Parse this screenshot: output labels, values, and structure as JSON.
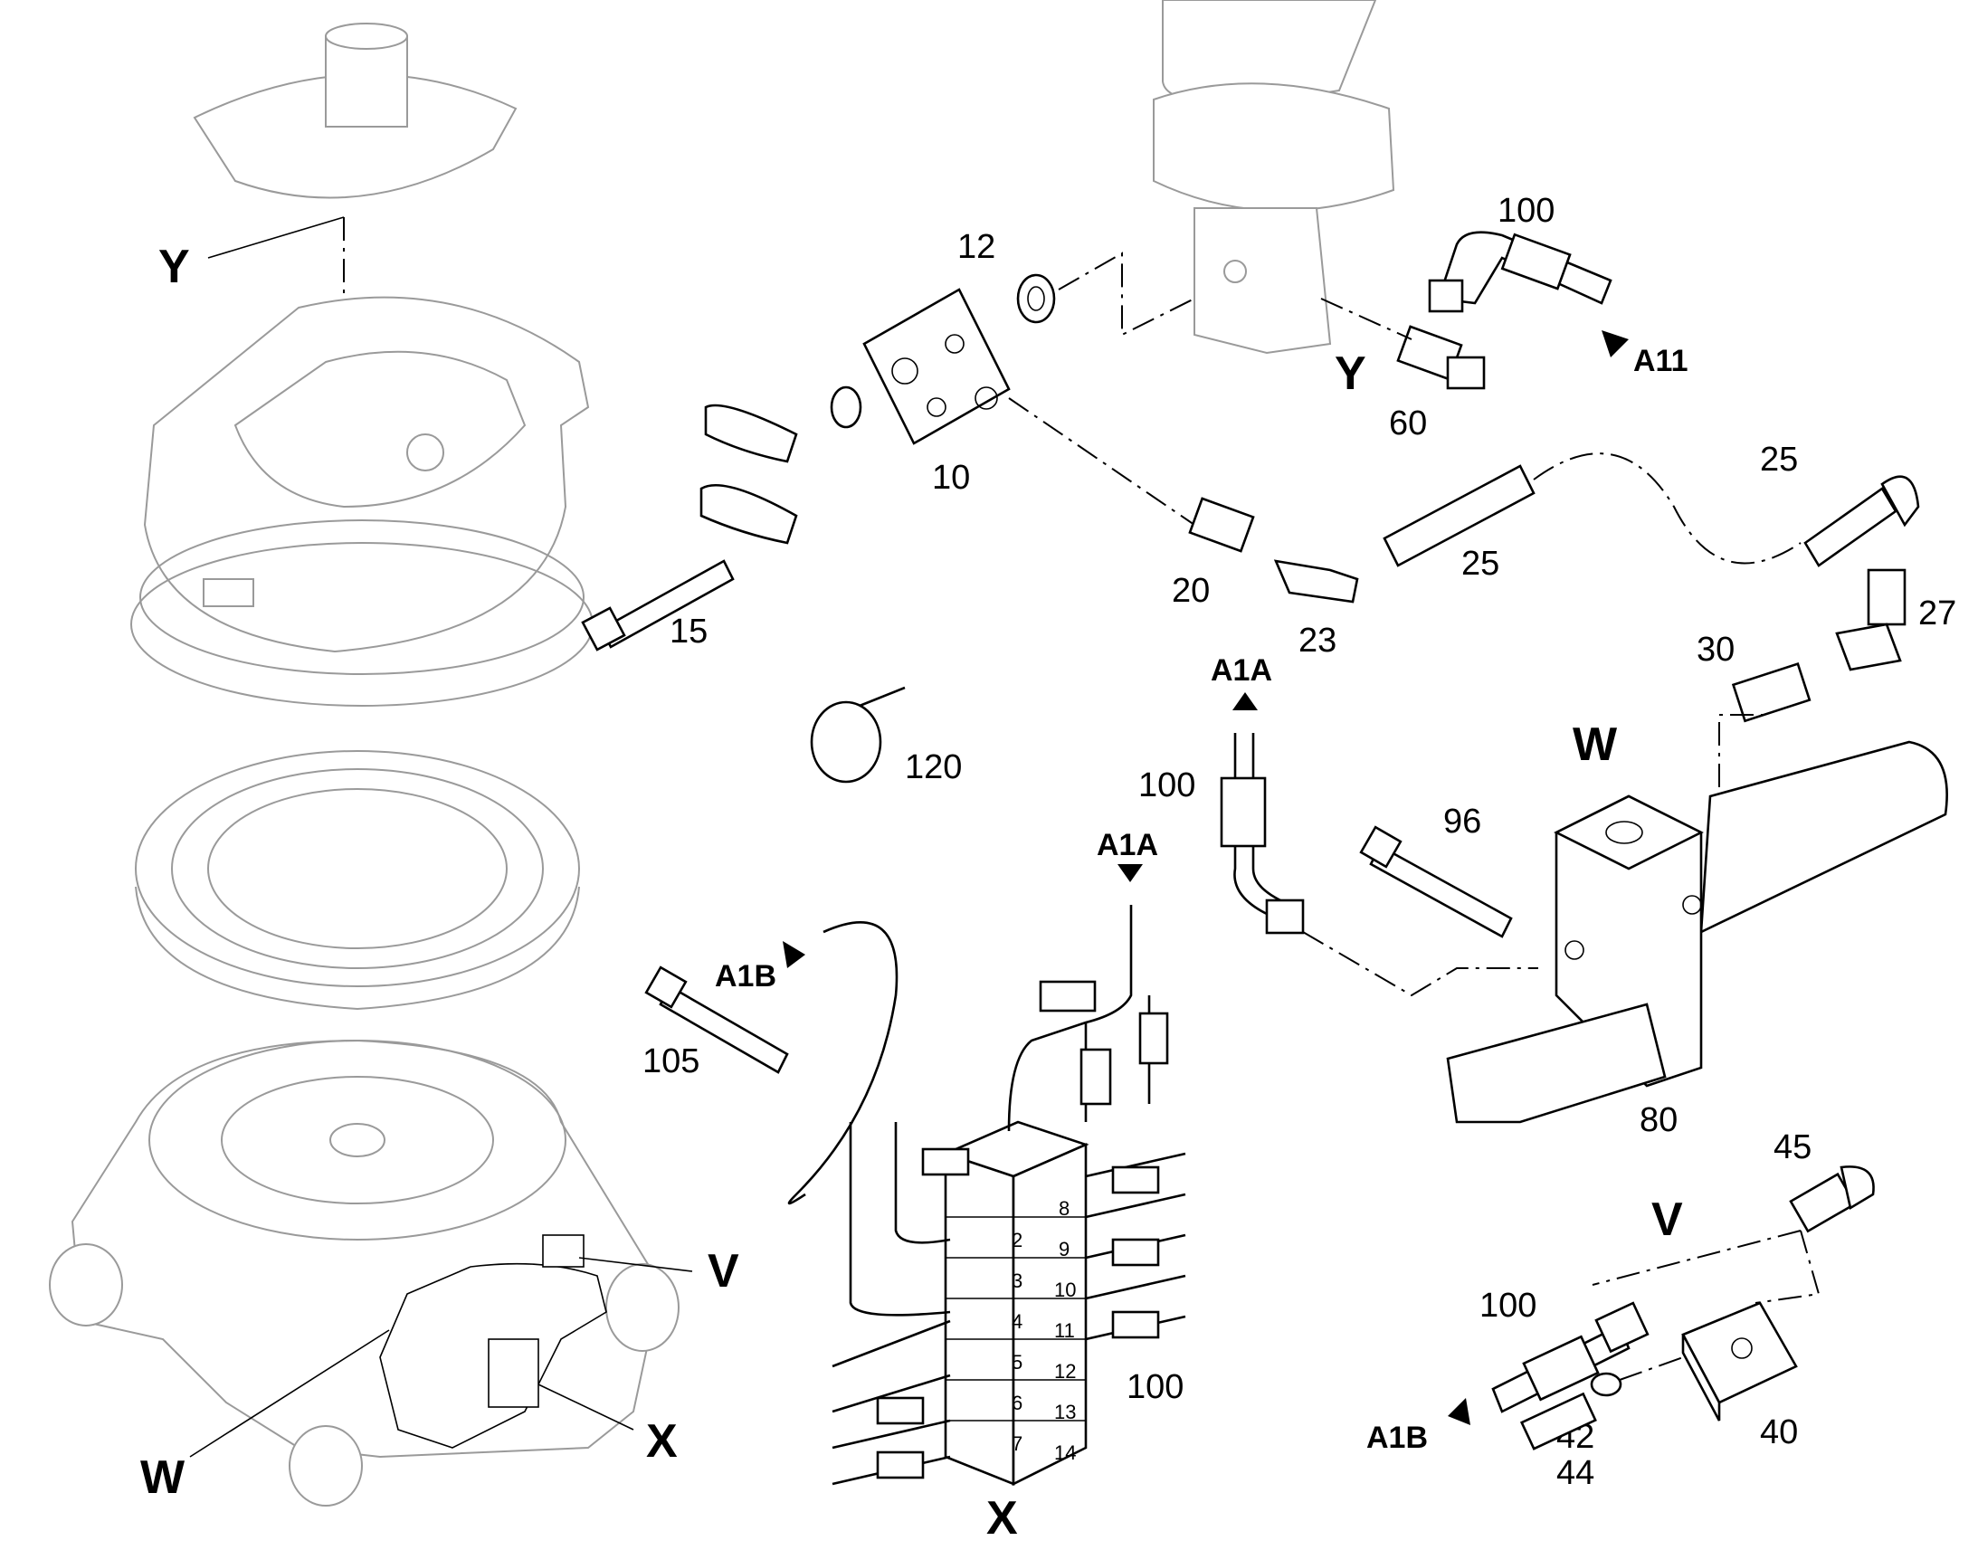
{
  "views": {
    "Y": "Y",
    "W": "W",
    "V": "V",
    "X": "X"
  },
  "refs": {
    "a11": "A11",
    "a1a": "A1A",
    "a1b": "A1B"
  },
  "parts": {
    "p10": "10",
    "p12": "12",
    "p15": "15",
    "p20": "20",
    "p23": "23",
    "p25": "25",
    "p27": "27",
    "p30": "30",
    "p40": "40",
    "p42": "42",
    "p44": "44",
    "p45": "45",
    "p60": "60",
    "p80": "80",
    "p96": "96",
    "p100": "100",
    "p105": "105",
    "p120": "120"
  },
  "ports": [
    "2",
    "3",
    "4",
    "5",
    "6",
    "7",
    "8",
    "9",
    "10",
    "11",
    "12",
    "13",
    "14"
  ]
}
